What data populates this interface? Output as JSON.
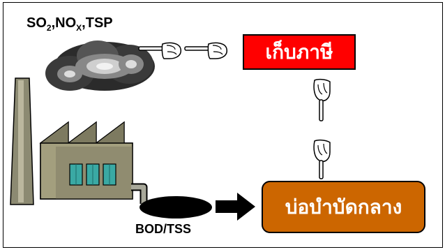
{
  "emissions_label": {
    "so": "SO",
    "so_sub": "2",
    "no": ",NO",
    "no_sub": "X",
    "tsp": ",TSP"
  },
  "tax_box_label": "เก็บภาษี",
  "treatment_box_label": "บ่อบำบัดกลาง",
  "wastewater_label": "BOD/TSS",
  "colors": {
    "tax_box": "#ff0000",
    "treatment_box": "#cc6600",
    "factory_roof": "#a39f7e",
    "factory_windows": "#3aa9a4",
    "pipe": "#a8a89a"
  }
}
